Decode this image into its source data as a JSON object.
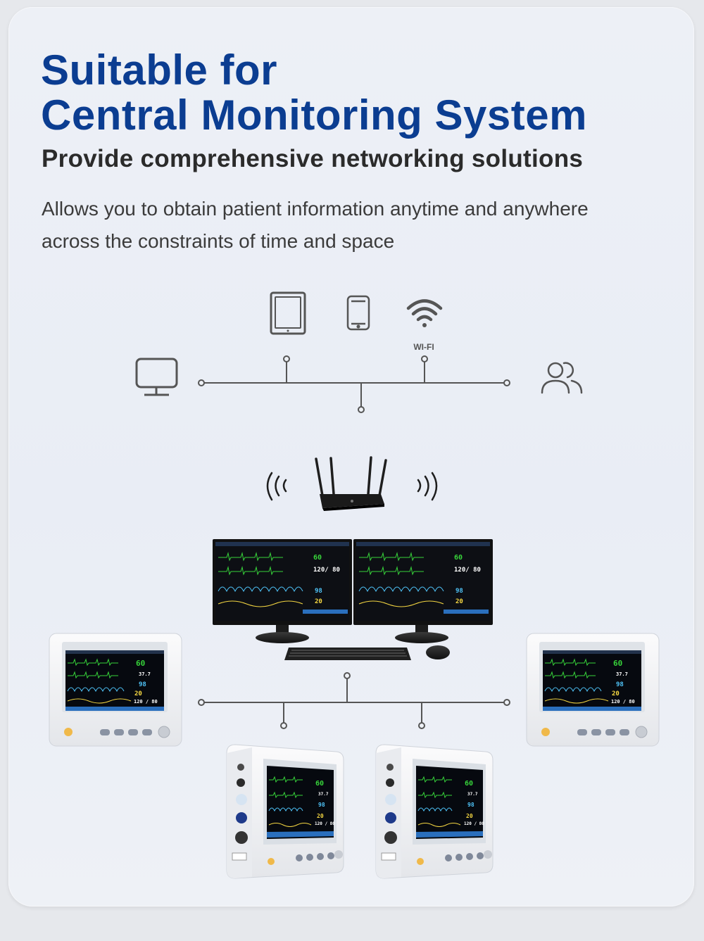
{
  "header": {
    "title_line1": "Suitable for",
    "title_line2": "Central Monitoring System",
    "subtitle": "Provide comprehensive networking solutions",
    "description": "Allows you to obtain patient information anytime and anywhere across the constraints of time and space"
  },
  "network": {
    "wifi_label": "WI-FI"
  },
  "monitor_readings": {
    "hr": "60",
    "temp": "37.7",
    "spo2": "98",
    "resp": "20",
    "nibp": "120 / 80"
  },
  "colors": {
    "title": "#0b3d91",
    "subtitle": "#2b2b2b",
    "line": "#555555",
    "hr": "#37d33a",
    "spo2": "#4fc3f7",
    "resp": "#f5d742"
  }
}
